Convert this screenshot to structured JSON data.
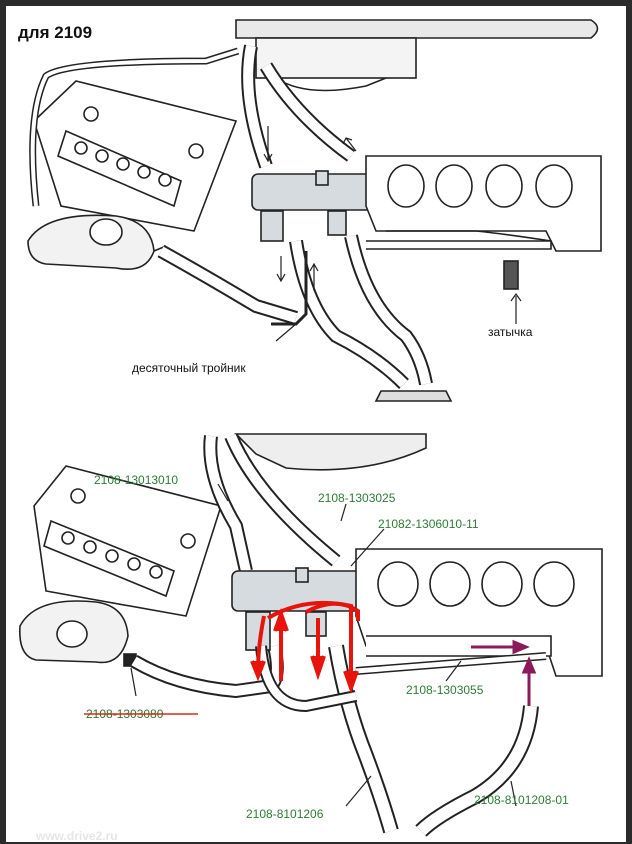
{
  "title": "для 2109",
  "top_labels": {
    "plug": "затычка",
    "tee": "десяточный тройник"
  },
  "bottom_labels": {
    "hose_left_upper": "2108-13013010",
    "hose_mid_upper": "2108-1303025",
    "valve": "21082-1306010-11",
    "pipe_right": "2108-1303055",
    "hose_left_lower": "2108-1303080",
    "hose_lower_mid": "2108-8101206",
    "hose_lower_right": "2108-8101208-01"
  },
  "colors": {
    "label_green": "#2e7d32",
    "flow_red": "#e8140c",
    "flow_purple": "#8b1a5a",
    "strike_red": "#d42a1a"
  },
  "watermark": "www.drive2.ru"
}
